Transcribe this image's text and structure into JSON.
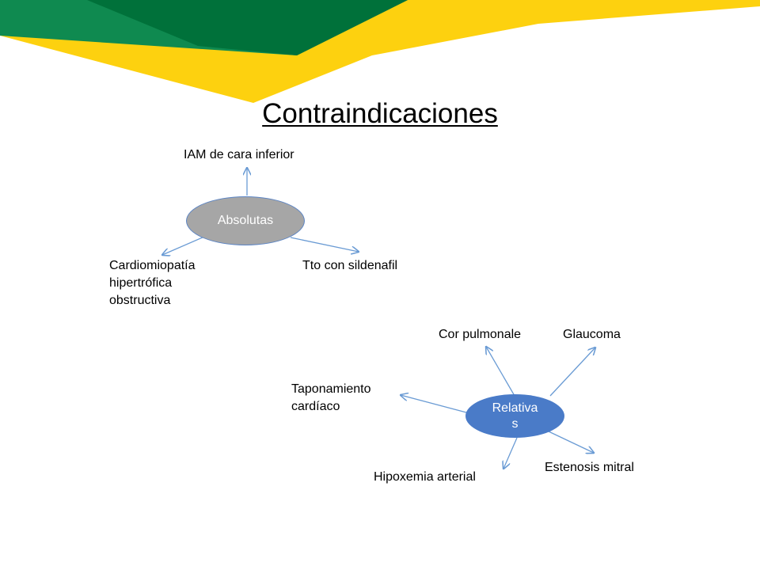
{
  "title": "Contraindicaciones",
  "colors": {
    "green_dark": "#00713a",
    "green_light": "#0f8a50",
    "yellow": "#fdd10f",
    "node_absolutas": "#a6a6a6",
    "node_relativas": "#4a7bc8",
    "arrow": "#6a9bd4"
  },
  "absolutas": {
    "label": "Absolutas",
    "targets": {
      "iam": "IAM de cara inferior",
      "cardiomiopatia": "Cardiomiopatía\nhipertrófica\nobstructiva",
      "sildenafil": "Tto con sildenafil"
    }
  },
  "relativas": {
    "label": "Relativa\ns",
    "targets": {
      "cor_pulmonale": "Cor pulmonale",
      "glaucoma": "Glaucoma",
      "taponamiento": "Taponamiento\ncardíaco",
      "hipoxemia": "Hipoxemia arterial",
      "estenosis": "Estenosis mitral"
    }
  }
}
